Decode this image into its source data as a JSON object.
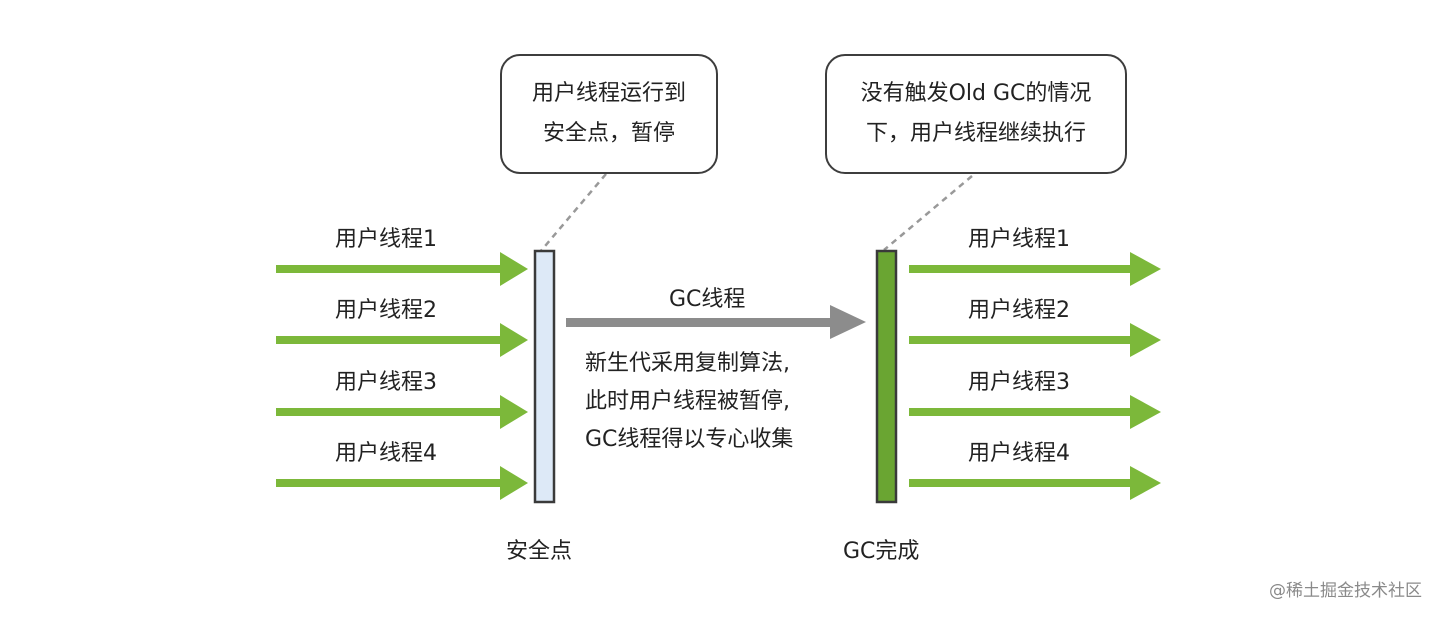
{
  "callouts": {
    "safepoint": {
      "line1": "用户线程运行到",
      "line2": "安全点，暂停"
    },
    "gc_done": {
      "line1": "没有触发Old GC的情况",
      "line2": "下，用户线程继续执行"
    }
  },
  "left_threads": [
    "用户线程1",
    "用户线程2",
    "用户线程3",
    "用户线程4"
  ],
  "right_threads": [
    "用户线程1",
    "用户线程2",
    "用户线程3",
    "用户线程4"
  ],
  "gc_thread": {
    "label": "GC线程",
    "desc": [
      "新生代采用复制算法,",
      "此时用户线程被暂停,",
      "GC线程得以专心收集"
    ]
  },
  "bars": {
    "safepoint_label": "安全点",
    "gc_done_label": "GC完成"
  },
  "watermark": "@稀土掘金技术社区",
  "colors": {
    "thread_arrow": "#7cb83a",
    "gc_arrow": "#8c8c8c",
    "safepoint_bar_fill": "#dde9f7",
    "safepoint_bar_stroke": "#3a3a3a",
    "gc_done_bar_fill": "#6aa532",
    "callout_border": "#3d3d3d",
    "leader_line": "#999999"
  }
}
